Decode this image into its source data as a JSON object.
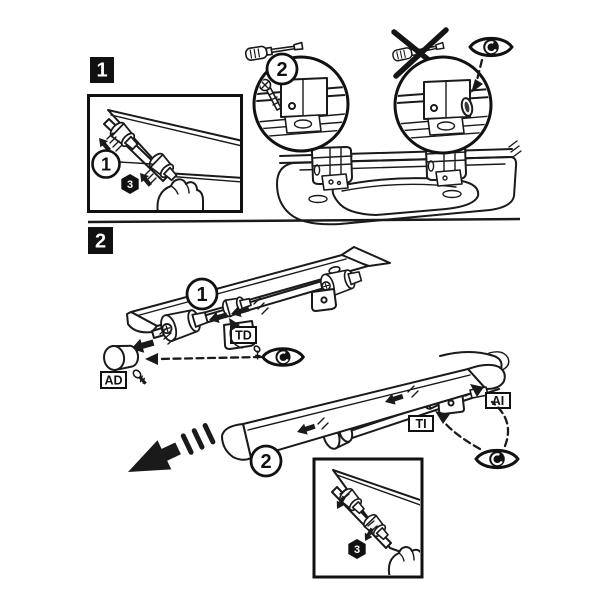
{
  "document": {
    "kind": "toilet-seat-hinge-assembly-instructions",
    "background": "#ffffff",
    "ink": "#1a1a1a"
  },
  "section1": {
    "badge": "1",
    "inset_step": "1",
    "inset_hex": "3",
    "magnifier_step": "2"
  },
  "section2": {
    "badge": "2",
    "pull_step": "1",
    "remove_step": "2",
    "inset_hex": "3",
    "labels": {
      "td": "TD",
      "ad": "AD",
      "ti": "TI",
      "ai": "AI"
    }
  },
  "icons": {
    "tool": "flat-screwdriver-icon",
    "forbidden_tool": "crossed-screwdriver-icon",
    "inspect": "eye-icon"
  }
}
